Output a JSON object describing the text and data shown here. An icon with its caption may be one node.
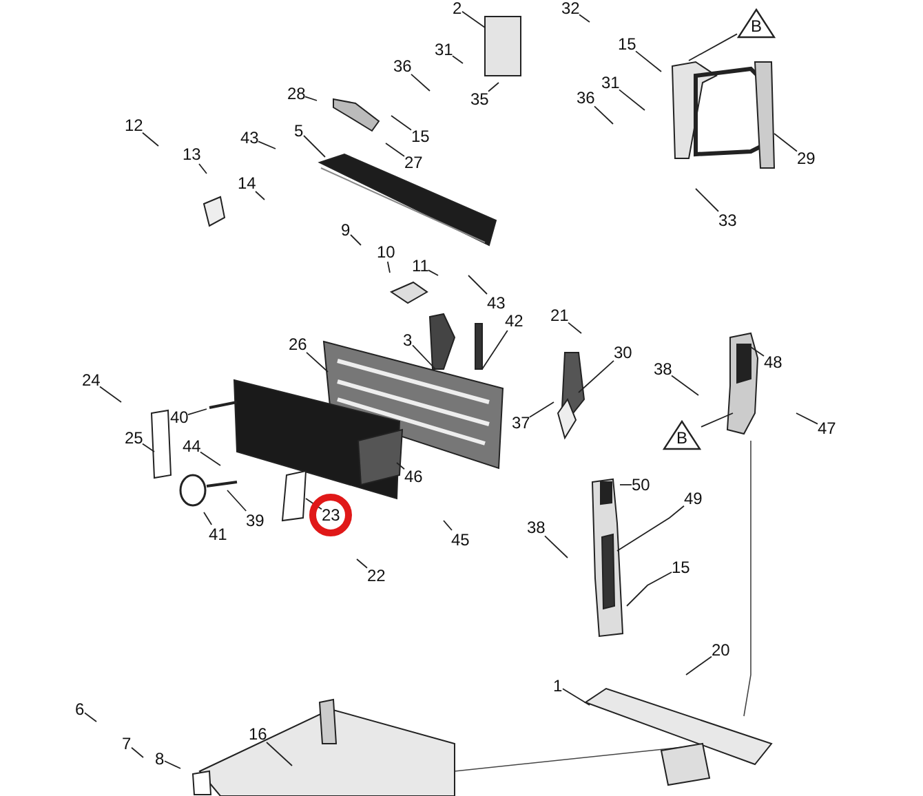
{
  "diagram": {
    "nodes": [
      {
        "text": [
          "2"
        ]
      },
      {
        "text": [
          "32"
        ]
      },
      {
        "text": [
          "31"
        ]
      },
      {
        "text": [
          "36"
        ]
      },
      {
        "text": [
          "15"
        ]
      },
      {
        "text": [
          "28"
        ]
      },
      {
        "text": [
          "27"
        ]
      },
      {
        "text": [
          "5"
        ]
      },
      {
        "text": [
          "43"
        ]
      },
      {
        "text": [
          "12"
        ]
      },
      {
        "text": [
          "13"
        ]
      },
      {
        "text": [
          "14"
        ]
      },
      {
        "text": [
          "9"
        ]
      },
      {
        "text": [
          "10"
        ]
      },
      {
        "text": [
          "11"
        ]
      },
      {
        "text": [
          "B"
        ]
      },
      {
        "text": [
          "15"
        ]
      },
      {
        "text": [
          "31"
        ]
      },
      {
        "text": [
          "36"
        ]
      },
      {
        "text": [
          "35"
        ]
      },
      {
        "text": [
          "29"
        ]
      },
      {
        "text": [
          "33"
        ]
      },
      {
        "text": [
          "43"
        ]
      },
      {
        "text": [
          "42"
        ]
      },
      {
        "text": [
          "3"
        ]
      },
      {
        "text": [
          "26"
        ]
      },
      {
        "text": [
          "21"
        ]
      },
      {
        "text": [
          "30"
        ]
      },
      {
        "text": [
          "38"
        ]
      },
      {
        "text": [
          "48"
        ]
      },
      {
        "text": [
          "47"
        ]
      },
      {
        "text": [
          "37"
        ]
      },
      {
        "text": [
          "B"
        ]
      },
      {
        "text": [
          "24"
        ]
      },
      {
        "text": [
          "25"
        ]
      },
      {
        "text": [
          "40"
        ]
      },
      {
        "text": [
          "44"
        ]
      },
      {
        "text": [
          "46"
        ]
      },
      {
        "text": [
          "45"
        ]
      },
      {
        "text": [
          "41"
        ]
      },
      {
        "text": [
          "39"
        ]
      },
      {
        "text": [
          "23"
        ]
      },
      {
        "text": [
          "22"
        ]
      },
      {
        "text": [
          "50"
        ]
      },
      {
        "text": [
          "49"
        ]
      },
      {
        "text": [
          "38"
        ]
      },
      {
        "text": [
          "15"
        ]
      },
      {
        "text": [
          "20"
        ]
      },
      {
        "text": [
          "1"
        ]
      },
      {
        "text": [
          "6"
        ]
      },
      {
        "text": [
          "7"
        ]
      },
      {
        "text": [
          "8"
        ]
      },
      {
        "text": [
          "16"
        ]
      }
    ],
    "edges": [
      {
        "from": 0,
        "to": null,
        "arrow": "none"
      },
      {
        "from": 1,
        "to": null,
        "arrow": "none"
      },
      {
        "from": 2,
        "to": null,
        "arrow": "none"
      },
      {
        "from": 3,
        "to": null,
        "arrow": "none"
      },
      {
        "from": 4,
        "to": null,
        "arrow": "none"
      },
      {
        "from": 5,
        "to": null,
        "arrow": "none"
      },
      {
        "from": 6,
        "to": null,
        "arrow": "none"
      },
      {
        "from": 7,
        "to": null,
        "arrow": "none"
      },
      {
        "from": 8,
        "to": null,
        "arrow": "none"
      },
      {
        "from": 9,
        "to": null,
        "arrow": "none"
      },
      {
        "from": 10,
        "to": null,
        "arrow": "none"
      },
      {
        "from": 11,
        "to": null,
        "arrow": "none"
      },
      {
        "from": 12,
        "to": null,
        "arrow": "none"
      },
      {
        "from": 13,
        "to": null,
        "arrow": "none"
      },
      {
        "from": 14,
        "to": null,
        "arrow": "none"
      },
      {
        "from": 15,
        "to": null,
        "arrow": "none"
      },
      {
        "from": 16,
        "to": null,
        "arrow": "none"
      },
      {
        "from": 17,
        "to": null,
        "arrow": "none"
      },
      {
        "from": 18,
        "to": null,
        "arrow": "none"
      },
      {
        "from": 19,
        "to": null,
        "arrow": "none"
      },
      {
        "from": 20,
        "to": null,
        "arrow": "none"
      },
      {
        "from": 21,
        "to": null,
        "arrow": "none"
      },
      {
        "from": 22,
        "to": null,
        "arrow": "none"
      },
      {
        "from": 23,
        "to": null,
        "arrow": "none"
      },
      {
        "from": 24,
        "to": null,
        "arrow": "none"
      },
      {
        "from": 25,
        "to": null,
        "arrow": "none"
      },
      {
        "from": 26,
        "to": null,
        "arrow": "none"
      },
      {
        "from": 27,
        "to": null,
        "arrow": "none"
      },
      {
        "from": 28,
        "to": null,
        "arrow": "none"
      },
      {
        "from": 29,
        "to": null,
        "arrow": "none"
      },
      {
        "from": 30,
        "to": null,
        "arrow": "none"
      },
      {
        "from": 31,
        "to": null,
        "arrow": "none"
      },
      {
        "from": 32,
        "to": null,
        "arrow": "none"
      },
      {
        "from": 33,
        "to": null,
        "arrow": "none"
      },
      {
        "from": 34,
        "to": null,
        "arrow": "none"
      },
      {
        "from": 35,
        "to": null,
        "arrow": "none"
      },
      {
        "from": 36,
        "to": null,
        "arrow": "none"
      },
      {
        "from": 37,
        "to": null,
        "arrow": "none"
      },
      {
        "from": 38,
        "to": null,
        "arrow": "none"
      },
      {
        "from": 39,
        "to": null,
        "arrow": "none"
      },
      {
        "from": 40,
        "to": null,
        "arrow": "none"
      },
      {
        "from": 41,
        "to": null,
        "arrow": "none"
      },
      {
        "from": 42,
        "to": null,
        "arrow": "none"
      },
      {
        "from": 43,
        "to": null,
        "arrow": "none"
      },
      {
        "from": 44,
        "to": null,
        "arrow": "none"
      },
      {
        "from": 45,
        "to": null,
        "arrow": "none"
      },
      {
        "from": 46,
        "to": null,
        "arrow": "none"
      },
      {
        "from": 47,
        "to": null,
        "arrow": "none"
      },
      {
        "from": 48,
        "to": null,
        "arrow": "none"
      },
      {
        "from": 49,
        "to": null,
        "arrow": "none"
      },
      {
        "from": 50,
        "to": null,
        "arrow": "none"
      },
      {
        "from": 51,
        "to": null,
        "arrow": "none"
      },
      {
        "from": 52,
        "to": null,
        "arrow": "none"
      }
    ]
  }
}
